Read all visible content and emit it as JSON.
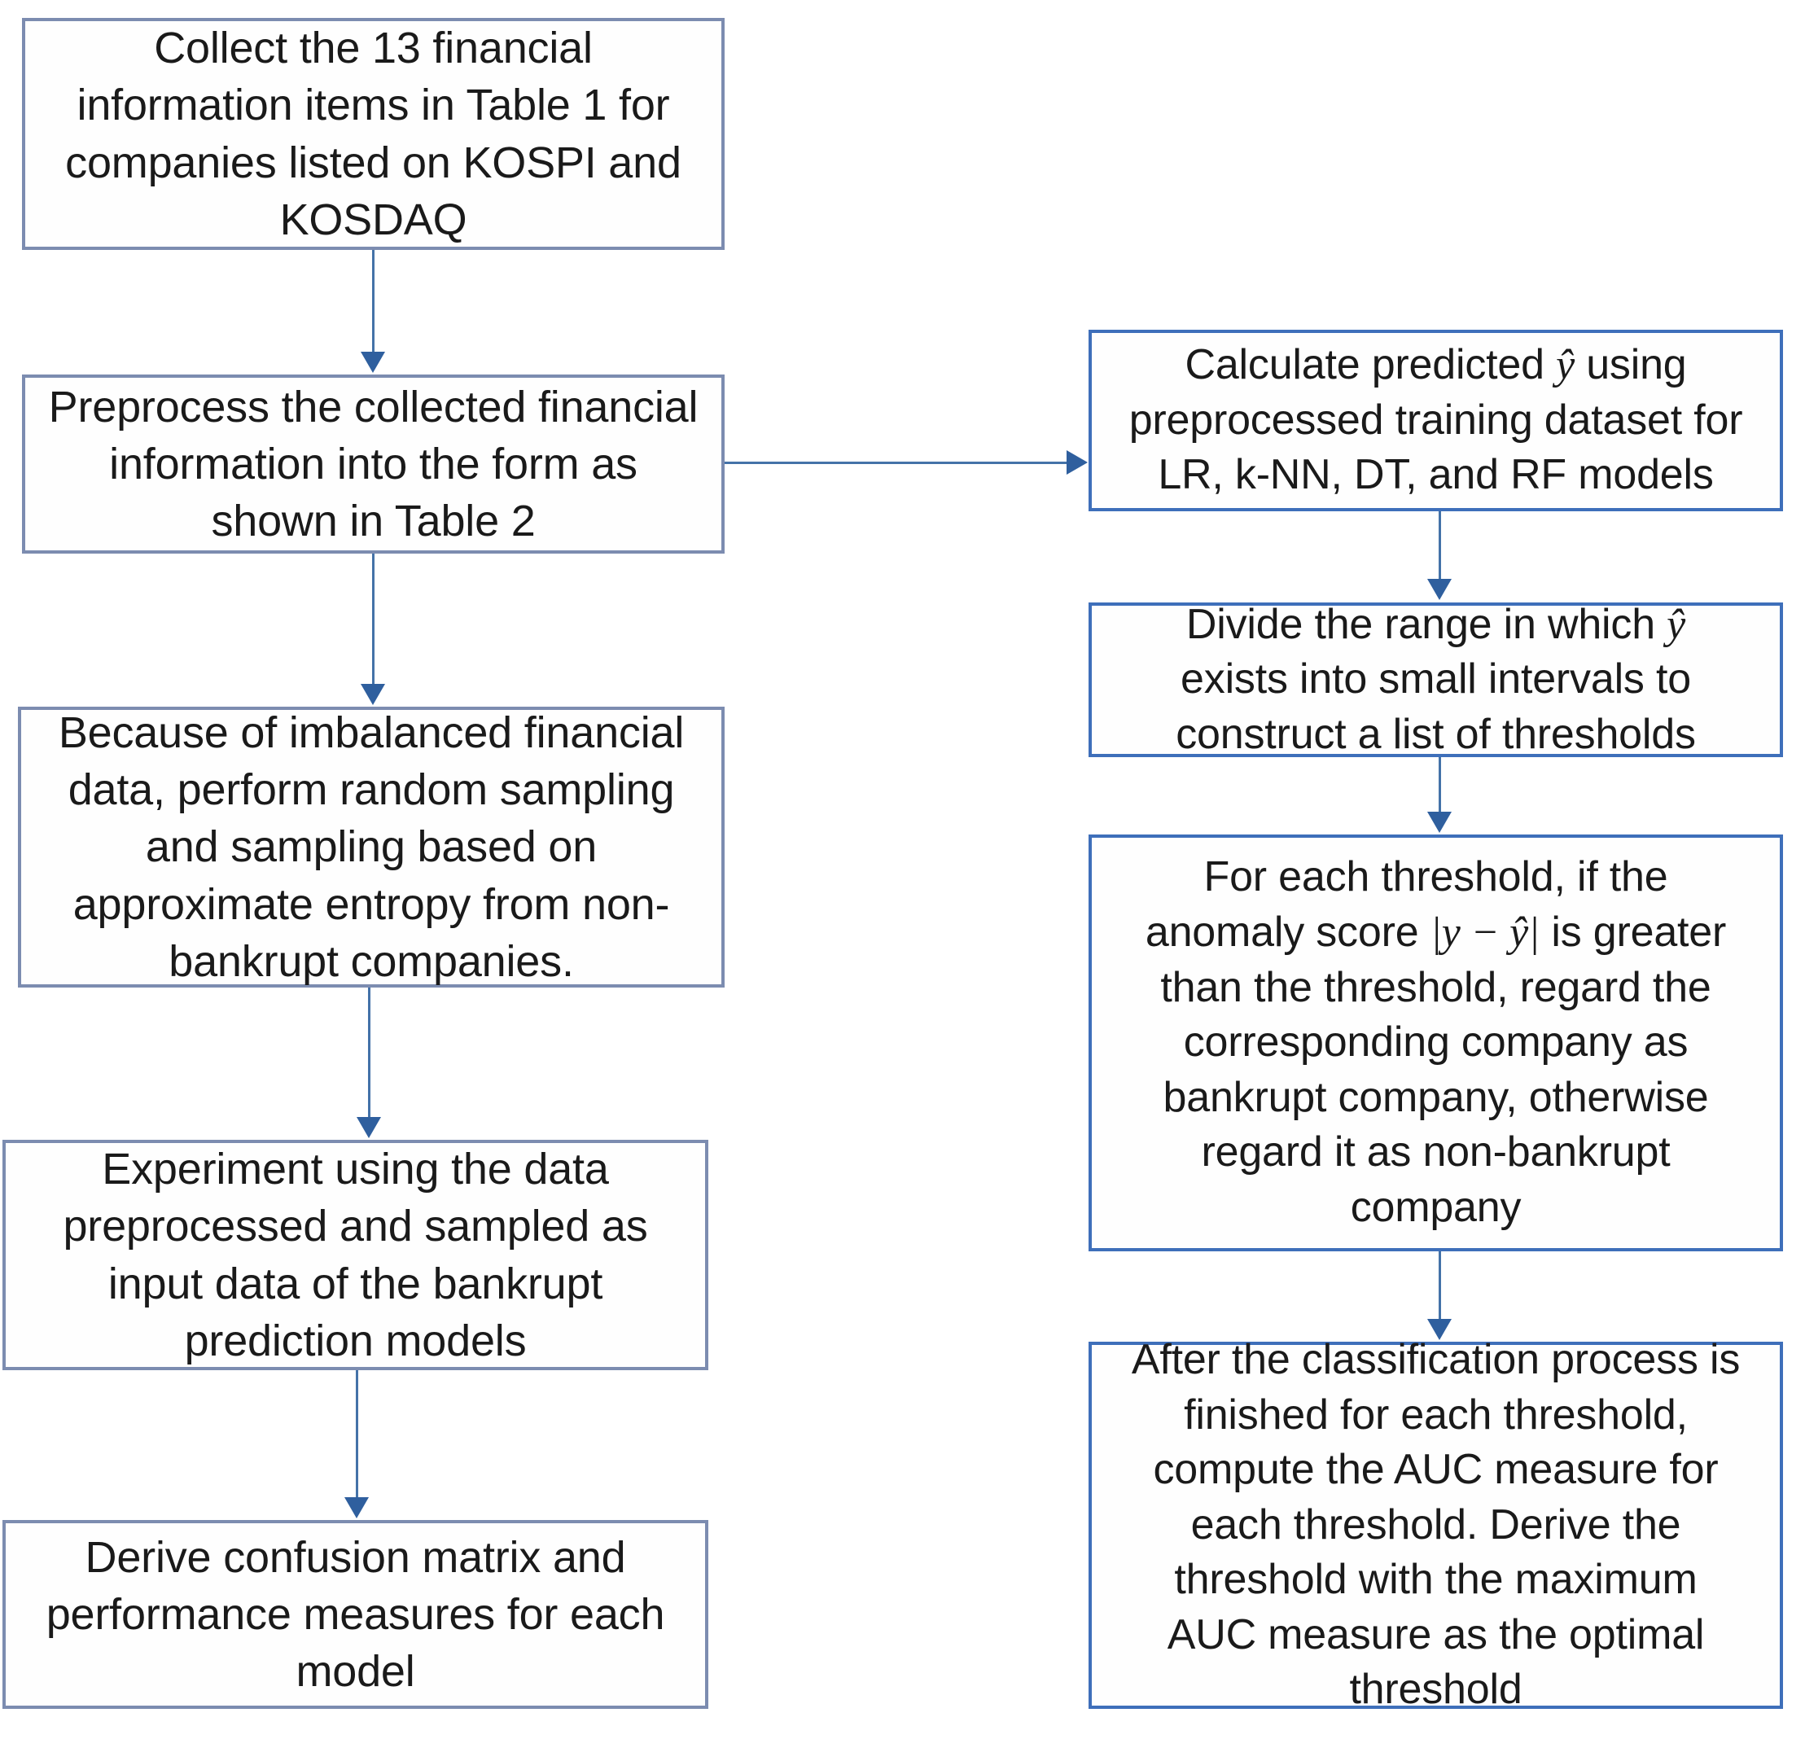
{
  "diagram": {
    "title": "Bankruptcy prediction research flowchart",
    "colors": {
      "left_border": "#7c8cb0",
      "right_border": "#3e6fba",
      "connector": "#4472a8",
      "arrowhead": "#2f5f9e",
      "text": "#1a1a1a",
      "background": "#ffffff"
    },
    "left_column": [
      {
        "id": "collect-data",
        "text": "Collect the 13 financial\ninformation items in Table 1 for\ncompanies listed on KOSPI and\nKOSDAQ"
      },
      {
        "id": "preprocess-data",
        "text": "Preprocess the collected financial\ninformation into the form as\nshown in Table 2"
      },
      {
        "id": "sampling",
        "text": "Because of imbalanced financial\ndata, perform random sampling\nand sampling based on\napproximate entropy from non-\nbankrupt companies."
      },
      {
        "id": "experiment",
        "text": "Experiment using the data\npreprocessed and sampled as\ninput data of the bankrupt\nprediction models"
      },
      {
        "id": "derive-confusion-matrix",
        "text": "Derive confusion matrix and\nperformance measures for each\nmodel"
      }
    ],
    "right_column": [
      {
        "id": "calculate-predicted",
        "line1": "Calculate predicted ",
        "symbol1": "ŷ",
        "line2": " using\npreprocessed training dataset for\nLR, k-NN, DT, and RF models"
      },
      {
        "id": "divide-range",
        "line1": "Divide the range in which ",
        "symbol1": "ŷ",
        "line2": "\nexists into small intervals to\nconstruct a list of thresholds"
      },
      {
        "id": "threshold-classification",
        "line1": "For each threshold, if the\nanomaly score ",
        "symbol1": "|y − ŷ|",
        "line2": " is greater\nthan the threshold, regard the\ncorresponding company as\nbankrupt company, otherwise\nregard it as non-bankrupt\ncompany"
      },
      {
        "id": "compute-auc",
        "line1": "After the classification process is\nfinished for each threshold,\ncompute the AUC measure for\neach threshold. Derive the\nthreshold with the maximum\nAUC measure as the optimal\nthreshold",
        "symbol1": "",
        "line2": ""
      }
    ],
    "connectors": [
      {
        "id": "collect-to-preprocess",
        "type": "vertical-arrow"
      },
      {
        "id": "preprocess-to-sampling",
        "type": "vertical-arrow"
      },
      {
        "id": "sampling-to-experiment",
        "type": "vertical-arrow"
      },
      {
        "id": "experiment-to-confusion",
        "type": "vertical-arrow"
      },
      {
        "id": "preprocess-to-calculate",
        "type": "horizontal-arrow"
      },
      {
        "id": "calculate-to-divide",
        "type": "vertical-arrow"
      },
      {
        "id": "divide-to-threshold",
        "type": "vertical-arrow"
      },
      {
        "id": "threshold-to-auc",
        "type": "vertical-arrow"
      }
    ]
  }
}
